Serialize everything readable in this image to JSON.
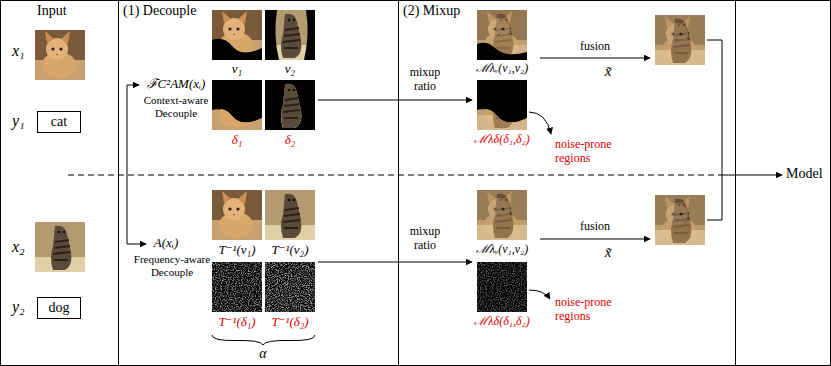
{
  "diagram": {
    "nodes": [
      {
        "text": [
          "Input"
        ]
      },
      {
        "text": [
          "cat"
        ],
        "in": 0
      },
      {
        "text": [
          "dog"
        ],
        "in": 0
      },
      {
        "text": [
          "(1) Decouple"
        ]
      },
      {
        "text": [
          "(2) Mixup"
        ]
      }
    ],
    "labels": [
      "x₁",
      "y₁",
      "x₂",
      "y₂",
      "ℱC²AM(xᵢ)",
      "Context-aware Decouple",
      "v₁",
      "v₂",
      "δ₁",
      "δ₂",
      "A(xᵢ)",
      "Frequency-aware Decouple",
      "T⁻¹(v₁)",
      "T⁻¹(v₂)",
      "T⁻¹(δ₁)",
      "T⁻¹(δ₂)",
      "α",
      "mixup ratio",
      "ℳλᵥ(v₁,v₂)",
      "ℳλδ(δ₁,δ₂)",
      "noise-prone regions",
      "fusion",
      "x̃",
      "mixup ratio",
      "ℳλᵥ(v₁,v₂)",
      "ℳλδ(δ₁,δ₂)",
      "noise-prone regions",
      "fusion",
      "x̃",
      "Model"
    ]
  }
}
